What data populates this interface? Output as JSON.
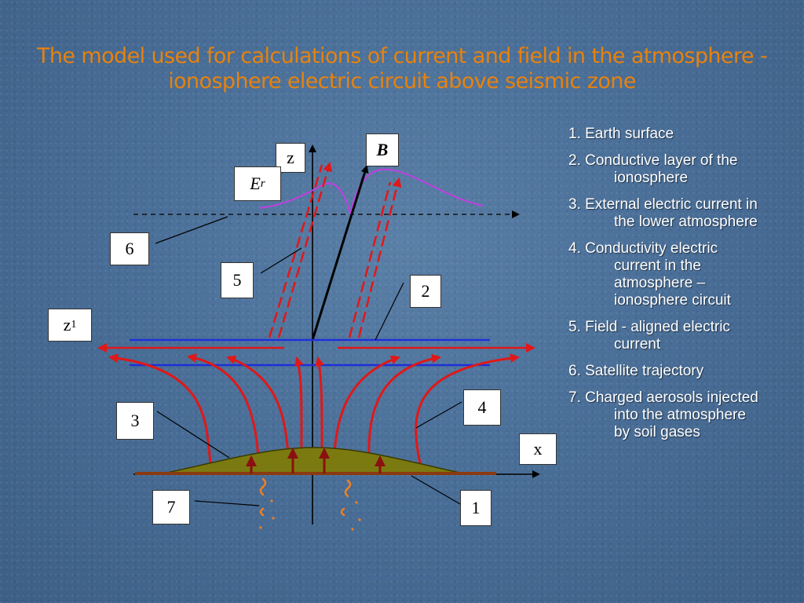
{
  "title": {
    "line1": "The model used for calculations of current and field in the atmosphere -",
    "line2": "ionosphere electric circuit above seismic zone"
  },
  "labels": {
    "z_axis": "z",
    "x_axis": "x",
    "b_field": "B",
    "e_field_main": "E",
    "e_field_sub": "r",
    "z1_main": "z",
    "z1_sub": "1",
    "n1": "1",
    "n2": "2",
    "n3": "3",
    "n4": "4",
    "n5": "5",
    "n6": "6",
    "n7": "7"
  },
  "legend": [
    {
      "lines": [
        "1. Earth surface"
      ]
    },
    {
      "lines": [
        "2. Conductive layer of the",
        "ionosphere"
      ]
    },
    {
      "lines": [
        "3. External electric current in",
        "the lower atmosphere"
      ]
    },
    {
      "lines": [
        "4. Conductivity electric",
        "current in the",
        "atmosphere –",
        "ionosphere circuit"
      ]
    },
    {
      "lines": [
        "5. Field - aligned electric",
        "current"
      ]
    },
    {
      "lines": [
        "6. Satellite trajectory"
      ]
    },
    {
      "lines": [
        "7. Charged aerosols injected",
        "into the atmosphere",
        "by soil gases"
      ]
    }
  ],
  "colors": {
    "title": "#e8820c",
    "current_lines": "#e01818",
    "ionosphere_layer": "#1f2fd8",
    "field_profile": "#c040e0",
    "ground": "#7a7a10",
    "ground_line": "#8b3a10",
    "aerosol": "#f08020",
    "upward_arrows": "#8b1010"
  }
}
